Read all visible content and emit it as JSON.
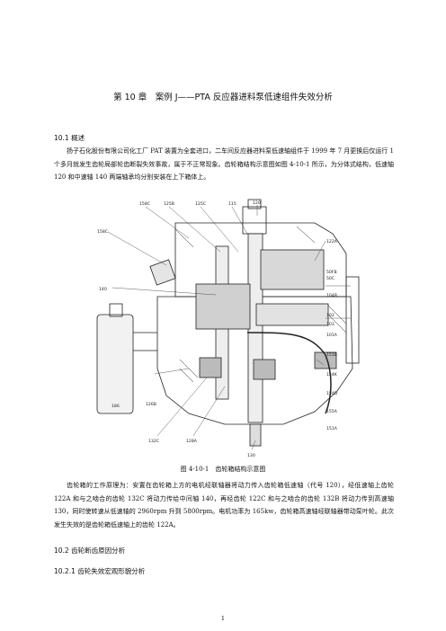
{
  "chapter_title": "第 10 章　案例 J——PTA 反应器进料泵低速组件失效分析",
  "section_1": {
    "heading": "10.1  概述",
    "paragraph": "扬子石化股份有限公司化工厂 PAT 装置为全套进口，二车间反应器进料泵低速轴组件于 1999 年 7 月更换后仅运行 1 个多月就发生齿轮局部轮齿断裂失效事故，属于不正常现象。齿轮箱结构示意图如图 4-10-1 所示，为分体式结构，低速轴 120 和中速轴 140 两端轴承均分别安装在上下箱体上。"
  },
  "figure": {
    "caption": "图 4-10-1　齿轮箱结构示意图",
    "labels": {
      "l158c": "158C",
      "l125b": "125B",
      "l125c": "125C",
      "l115": "115",
      "l120": "120",
      "l158c_left": "158C",
      "l140": "140",
      "l122a": "122A",
      "l50fb": "50FB",
      "l50c": "50C",
      "l104b": "104B",
      "l102": "102",
      "l103": "103",
      "l101a": "101A",
      "l151b": "151B",
      "l154k": "154K",
      "l154d": "154D",
      "l155a": "155A",
      "l151a": "151A",
      "l186": "186",
      "l126b": "126B",
      "l132c": "132C",
      "l128a": "128A",
      "l130": "130"
    }
  },
  "section_1_body": "齿轮箱的工作原理为：安置在齿轮箱上方的电机经联轴器将动力传入齿轮箱低速轴（代号 120），经低速轴上齿轮 122A 和与之啮合的齿轮 132C 将动力传给中间轴 140，再经齿轮 122C 和与之啮合的齿轮 132B 将动力传到高速轴 130，同时使转速从低速轴的 2960rpm 升到 5800rpm。电机功率为 165kw，齿轮箱高速轴经联轴器带动泵叶轮。此次发生失效的是齿轮箱低速轴上的齿轮 122A。",
  "section_2": {
    "heading": "10.2  齿轮断齿原因分析"
  },
  "section_2_1": {
    "heading": "10.2.1  齿轮失效宏观形貌分析"
  },
  "page_number": "1"
}
